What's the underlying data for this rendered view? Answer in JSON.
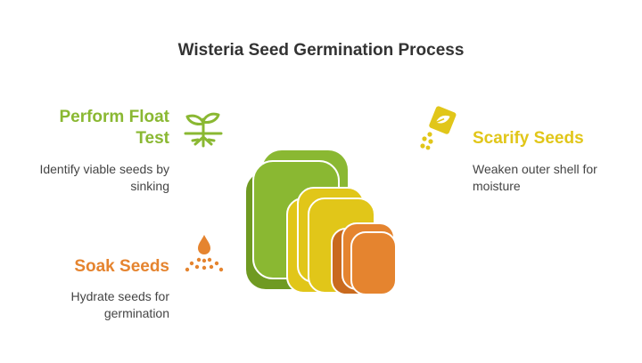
{
  "title": "Wisteria Seed Germination Process",
  "colors": {
    "green": "#8ab832",
    "yellow": "#e1c619",
    "orange": "#e5842f"
  },
  "steps": [
    {
      "heading_line1": "Perform Float",
      "heading_line2": "Test",
      "desc_line1": "Identify viable seeds by",
      "desc_line2": "sinking",
      "icon": "sprout-icon"
    },
    {
      "heading": "Scarify Seeds",
      "desc_line1": "Weaken outer shell for",
      "desc_line2": "moisture",
      "icon": "seed-packet-icon"
    },
    {
      "heading": "Soak Seeds",
      "desc_line1": "Hydrate seeds for",
      "desc_line2": "germination",
      "icon": "water-drop-icon"
    }
  ]
}
